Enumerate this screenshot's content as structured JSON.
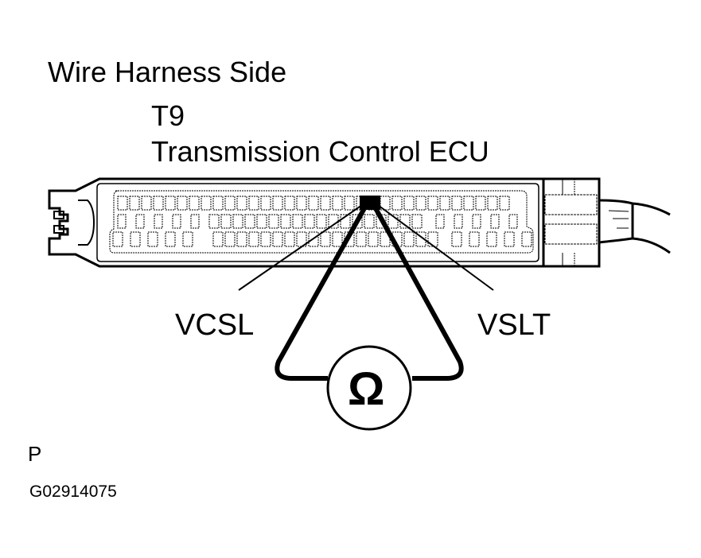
{
  "header": {
    "title": "Wire Harness Side",
    "connector_id": "T9",
    "component": "Transmission Control ECU"
  },
  "terminals": {
    "left": "VCSL",
    "right": "VSLT"
  },
  "meter": {
    "symbol": "Ω",
    "icon": "ohmmeter-icon"
  },
  "footer": {
    "mark": "P",
    "figure_id": "G02914075"
  },
  "colors": {
    "line": "#000000",
    "background": "#ffffff"
  }
}
